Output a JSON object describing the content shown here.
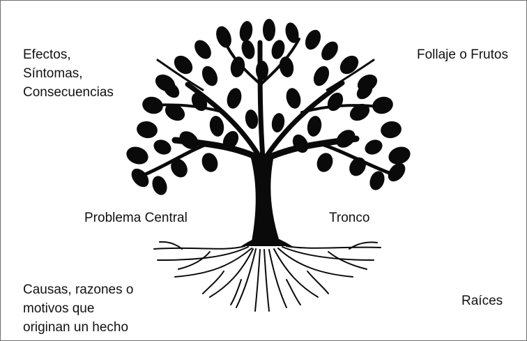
{
  "labels": {
    "effects": [
      "Efectos,",
      "Síntomas,",
      "Consecuencias"
    ],
    "foliage": "Follaje o Frutos",
    "central_problem": "Problema Central",
    "trunk": "Tronco",
    "causes": [
      "Causas, razones o",
      "motivos que",
      "originan un hecho"
    ],
    "roots": "Raíces"
  },
  "colors": {
    "ink": "#111111",
    "tree": "#0a0a0a",
    "border": "#6e6e6e"
  }
}
